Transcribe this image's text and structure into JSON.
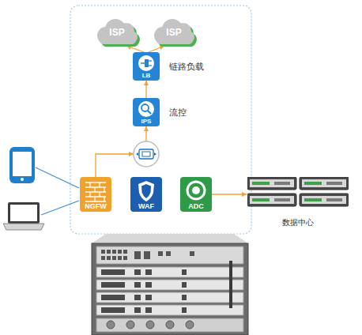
{
  "diagram": {
    "nodes": [
      {
        "text": [
          "ISP"
        ]
      },
      {
        "text": [
          "ISP"
        ]
      },
      {
        "text": [
          "LB",
          "链路负载"
        ]
      },
      {
        "text": [
          "IPS",
          "流控"
        ]
      },
      {
        "text": [
          "NGFW"
        ]
      },
      {
        "text": [
          "WAF"
        ]
      },
      {
        "text": [
          "ADC"
        ]
      },
      {
        "text": [
          "数据中心"
        ]
      }
    ],
    "edges": [
      {
        "from": 2,
        "to": 0,
        "arrow": "to"
      },
      {
        "from": 2,
        "to": 1,
        "arrow": "to"
      },
      {
        "from": 3,
        "to": 2,
        "arrow": "to"
      },
      {
        "from": 4,
        "to": 3,
        "arrow": "to"
      },
      {
        "from": 6,
        "to": 7,
        "arrow": "to"
      }
    ]
  }
}
